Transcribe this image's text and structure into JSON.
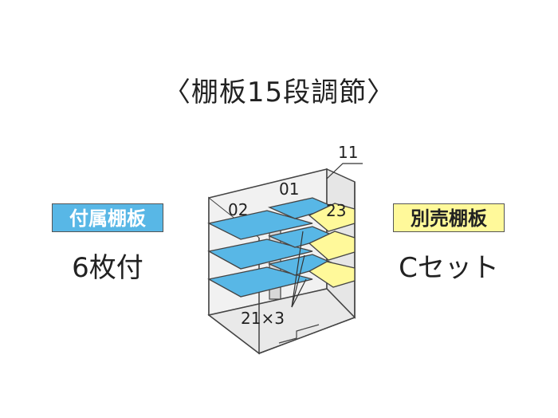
{
  "title": "〈棚板15段調節〉",
  "left_badge": {
    "label": "付属棚板",
    "color": "#58b7e6"
  },
  "left_text": "6枚付",
  "right_badge": {
    "label": "別売棚板",
    "color": "#fff99a"
  },
  "right_text": "Cセット",
  "diagram": {
    "labels": {
      "shelf_02": "02",
      "shelf_01": "01",
      "shelf_11": "11",
      "shelf_23": "23",
      "shelf_21x3": "21×3"
    },
    "colors": {
      "included_shelf": "#58b7e6",
      "optional_shelf": "#fff99a",
      "wall": "#ededed",
      "outline": "#444444"
    }
  }
}
